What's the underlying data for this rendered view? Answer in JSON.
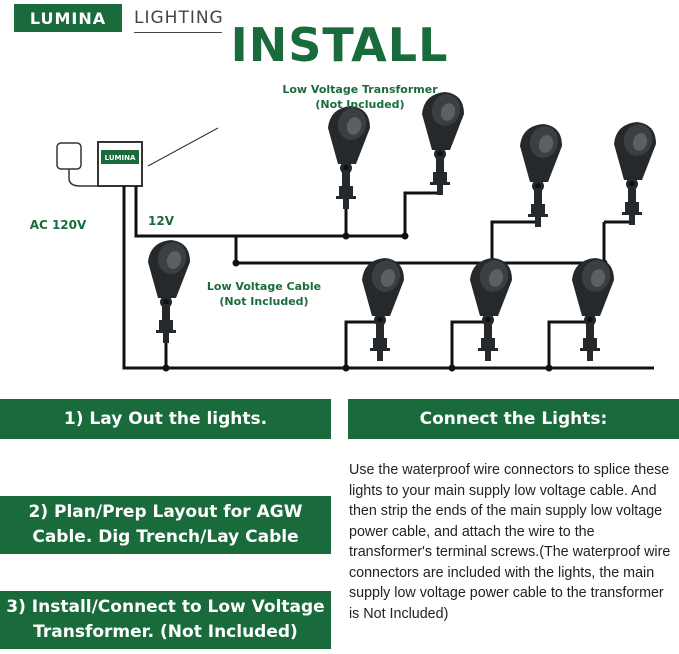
{
  "brand": {
    "name": "LUMINA",
    "suffix": "LIGHTING"
  },
  "title": "INSTALL",
  "diagram": {
    "transformer_label": "Low Voltage Transformer",
    "transformer_note": "(Not Included)",
    "cable_label": "Low Voltage Cable",
    "cable_note": "(Not Included)",
    "ac_label": "AC 120V",
    "voltage_label": "12V",
    "transformer_brand": "LUMINA"
  },
  "steps": [
    {
      "label": "1)   Lay Out the lights."
    },
    {
      "line1": "2)   Plan/Prep Layout for AGW",
      "line2": "Cable. Dig Trench/Lay Cable"
    },
    {
      "line1": "3)  Install/Connect to Low Voltage",
      "line2": "Transformer.  (Not Included)"
    }
  ],
  "connect": {
    "heading": "Connect the Lights:",
    "text": "Use the waterproof wire connectors to splice these lights to your main supply low voltage cable. And then strip the ends of the main supply low voltage power cable, and attach the wire to the transformer's terminal screws.(The waterproof wire connectors are included with the lights, the main supply low voltage power cable to the transformer is Not Included)"
  },
  "colors": {
    "brand_green": "#1a6b3c",
    "fixture": "#26292b"
  }
}
